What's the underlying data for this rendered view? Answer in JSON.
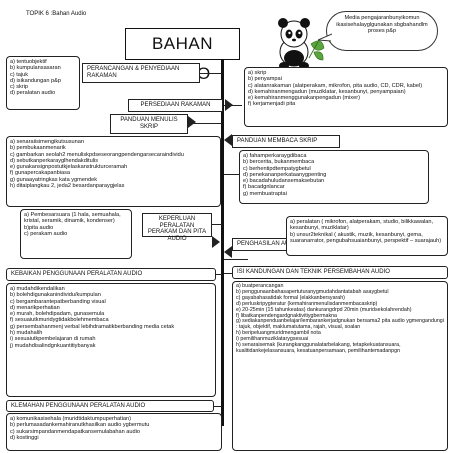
{
  "header": {
    "topic": "TOPIK 6 :Bahan Audio",
    "title": "BAHAN AUDIO",
    "speech_bubble": "Media pengajaranbunyikomun ikasisehalayglgunakan sbgbahandlm proses p&p"
  },
  "nodes": {
    "perancangan": {
      "label": "PERANCANGAN & PENYEDIAAN RAKAMAN",
      "items": [
        "a) tentuobjektif",
        "b) kumpulansasaran",
        "c) tajuk",
        "d) isikandungan p&p",
        "c) skrip",
        "d) peralatan audio"
      ]
    },
    "persediaan": {
      "label": "PERSEDIAAN RAKAMAN",
      "items": [
        "a) skrip",
        "b) penyampai",
        "c) alatanrakaman (alatperakam, mikrofon, pita audio, CD, CDR, kabel)",
        "d) kemahiranmengadun (muziklatar, kesanbunyi, penyampaian)",
        "e) kemahiranmenggunakanpengadun (mixer)",
        "f) kerjamenjadi pita"
      ]
    },
    "panduan_menulis": {
      "label": "PANDUAN MENULIS SKRIP",
      "items": [
        "a) senaraiisimengikutsusunan",
        "b) pembukaanmenarik",
        "c) gambarkan seolah2 menuliskpdseseorangpendengarsecaraindividu",
        "d) sebutkanperkarayglhendakditulis",
        "e) gunakansignpostutkjelaskanstrukturceramah",
        "f) gunapercakapanbiasa",
        "g) gunaayatringkas kata ygmendek",
        "h) ditaiplangkau 2, jeda2 besardanparaygjelas"
      ]
    },
    "panduan_membaca": {
      "label": "PANDUAN MEMBACA SKRIP",
      "items": [
        "a) fahamperkaraygdibaca",
        "b) bercerita, bukanmembaca",
        "c) berhentipdtempatygbetul",
        "d) penekananperkataanygpenting",
        "e) bacadahuludansemaksebutan",
        "f) bacadgnlancar",
        "g) membuatraptai"
      ]
    },
    "keperluan": {
      "label": "KEPERLUAN PERALATAN PERAKAM DAN PITA AUDIO",
      "items": [
        "a) Pembesarsuara (1 hala, semuahala, kristal, seramik, dinamik, kondenser)",
        "b)pita audio",
        "c) perakam audio"
      ]
    },
    "penghasilan": {
      "label": "PENGHASILAN AUDIO",
      "items": [
        "a) peralatan ( mikrofon, alatperakam, studio, bilikkawalan, kesanbunyi, muziklatar)",
        "b) unsur2teknikal ( akustik, muzik, kesanbunyi, gema, suaranarrator, pengubahsuaianbunyi, perspektif – suarajauh)"
      ]
    },
    "kebaikan": {
      "label": "KEBAIKAN PENGGUNAAN PERALATAN AUDIO",
      "items": [
        "a) mudahdikendalikan",
        "b) bolehdigunakanindividu/kumpulan",
        "c) bergambarantepatberbanding visual",
        "d) menarikperhatian",
        "e) murah, bolehdipadam, gunasemula",
        "f) sesuaiutkmuridygtidakbolehmembaca",
        "g) persembahanmenj verbal lebihdramatikberbanding media cetak",
        "h) mudahalih",
        "i) sesuaiutkpembelajaran di rumah",
        "j) mudahdisalindgnkuantitiybanyak"
      ]
    },
    "isi": {
      "label": "ISI KANDUNGAN DAN TEKNIK PERSEMBAHAN AUDIO",
      "items": [
        "a) buatperancangan",
        "b) penggunaanbahasapertuturanygmudahdantatabah asaygbetul",
        "c) gayabahasatidak formal (elakkanbersyarah)",
        "d) perluskripygteratur (kemahiranmenulisdanmembacaskrip)",
        "e) 20-25min (15 tahunkeatas) dankurangdrpd 20min (muridsekolahrendah)",
        "f) libatkanpendengardgnaktivitiygbermakna",
        "g) sediakanpenduanbelajar/lembarankerjadgnukan bersama2 pita audio ygmengandungi : tajuk, objektif, maklumatutama, rajah, visual, soalan",
        "h) beripeluangmuridmengambil nota",
        "i) pemilihanmuziklatarygsesuai",
        "h) senaraisemak (kurangkanggunalatarbelakang, tetapkekuatansuara, kualitidankejelasansuara, kesatuanpersamaan, pemilihantemadanpgn"
      ]
    },
    "kelemahan": {
      "label": "KLEMAHAN PENGGUNAAN PERALATAN AUDIO",
      "items": [
        "a) komunikasisehala (muridtidaktumpuperhatian)",
        "b) perlumasadankemahiranutkhasilkan audio ygbermutu",
        "c) sukarsimpandanmendapatkansemulabahan audio",
        "d) kostinggi"
      ]
    }
  },
  "colors": {
    "line": "#222222",
    "panda_black": "#111111",
    "leaf": "#5aa63c"
  }
}
